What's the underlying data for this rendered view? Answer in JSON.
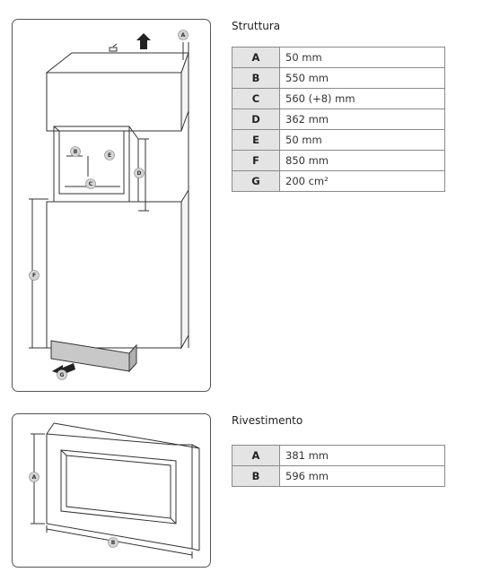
{
  "structure": {
    "title": "Struttura",
    "rows": [
      {
        "key": "A",
        "value": "50 mm"
      },
      {
        "key": "B",
        "value": "550 mm"
      },
      {
        "key": "C",
        "value": "560 (+8) mm"
      },
      {
        "key": "D",
        "value": "362 mm"
      },
      {
        "key": "E",
        "value": "50 mm"
      },
      {
        "key": "F",
        "value": "850 mm"
      },
      {
        "key": "G",
        "value": "200 cm²"
      }
    ],
    "diagram_labels": {
      "a": "A",
      "b": "B",
      "c": "C",
      "d": "D",
      "e": "E",
      "f": "F",
      "g": "G"
    }
  },
  "trim": {
    "title": "Rivestimento",
    "rows": [
      {
        "key": "A",
        "value": "381 mm"
      },
      {
        "key": "B",
        "value": "596 mm"
      }
    ],
    "diagram_labels": {
      "a": "A",
      "b": "B"
    }
  },
  "colors": {
    "label_fill": "#d4d4d4",
    "key_cell_bg": "#e4e4e4",
    "arrow": "#222222"
  }
}
